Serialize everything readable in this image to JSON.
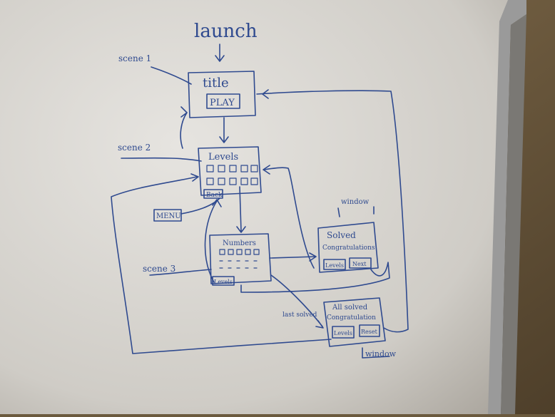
{
  "whiteboard": {
    "launch": "launch",
    "scene1_label": "scene 1",
    "scene2_label": "scene 2",
    "scene3_label": "scene 3",
    "title_box": {
      "heading": "title",
      "play_button": "PLAY"
    },
    "levels_box": {
      "heading": "Levels",
      "back_button": "Back"
    },
    "menu_label": "MENU",
    "numbers_box": {
      "heading": "Numbers",
      "back_button": "Levels"
    },
    "solved_window": {
      "window_label": "window",
      "heading": "Solved",
      "subheading": "Congratulations",
      "button_levels": "Levels",
      "button_next": "Next"
    },
    "all_solved_window": {
      "window_label": "window",
      "heading": "All solved",
      "subheading": "Congratulation",
      "button_levels": "Levels",
      "button_reset": "Reset"
    },
    "last_solved": "last solved"
  },
  "colors": {
    "wall": "#6b5a3e",
    "board": "#d8d6d2",
    "ink": "#2f4a8f",
    "frame": "#9a9a9a"
  }
}
